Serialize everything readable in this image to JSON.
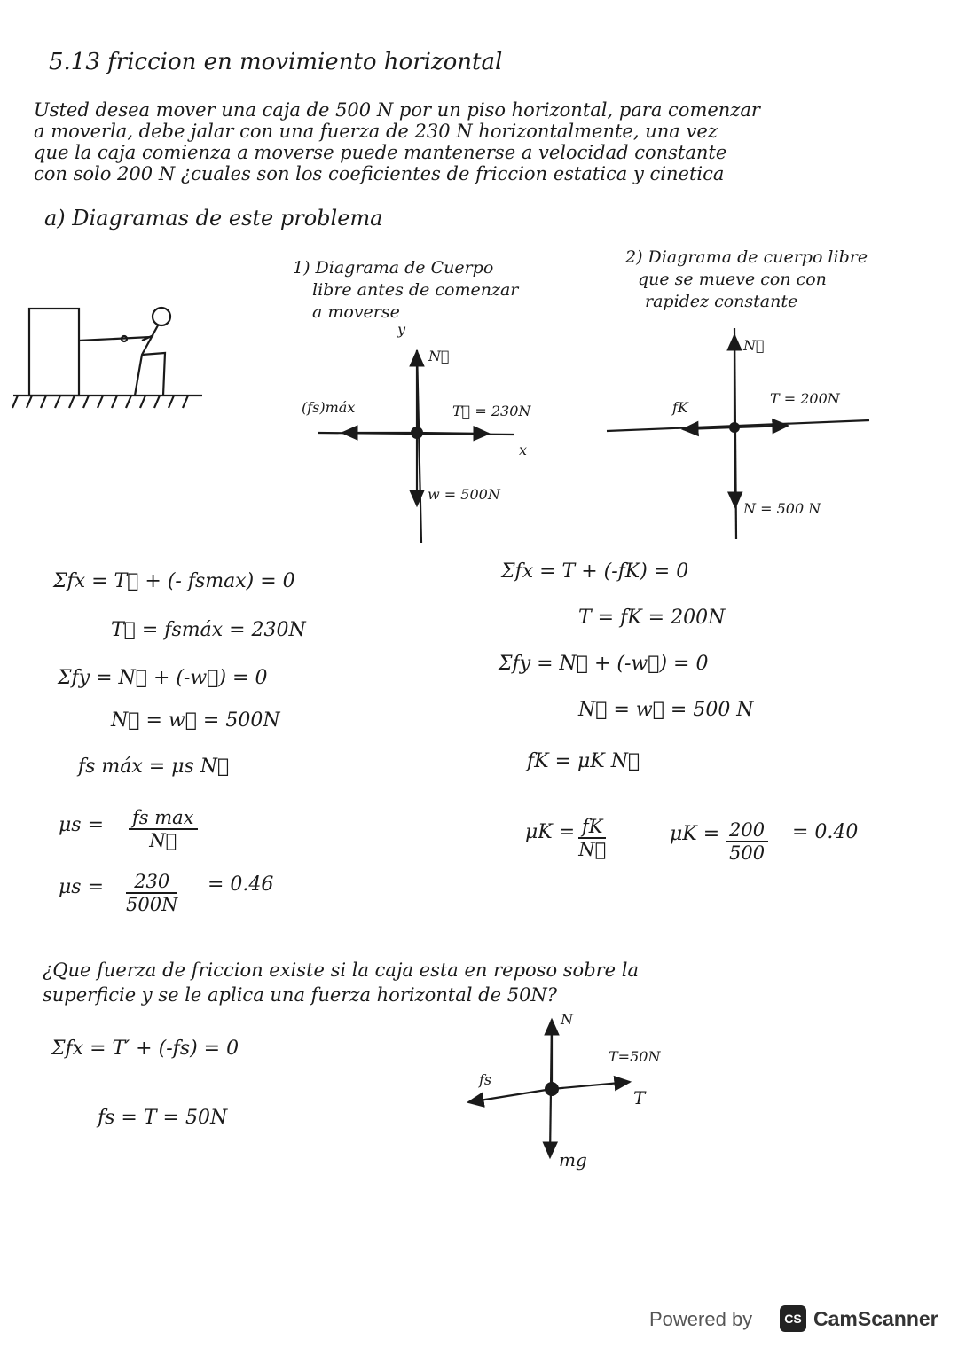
{
  "title": "5.13 friccion en movimiento horizontal",
  "problem_lines": [
    "Usted desea mover una caja de 500 N por un piso horizontal, para comenzar",
    "a moverla, debe jalar con una fuerza de 230 N horizontalmente, una vez",
    "que la caja comienza a moverse puede mantenerse a velocidad constante",
    "con solo 200 N ¿cuales son los coeficientes de friccion estatica y cinetica"
  ],
  "section_a": "a) Diagramas de este problema",
  "diagram1": {
    "caption": [
      "1) Diagrama de Cuerpo",
      "libre antes de comenzar",
      "a moverse"
    ],
    "y_label": "y",
    "x_label": "x",
    "normal": "N⃗",
    "tension": "T⃗ = 230N",
    "friction": "(fs)máx",
    "weight": "w = 500N"
  },
  "diagram2": {
    "caption": [
      "2) Diagrama de cuerpo libre",
      "que se mueve con con",
      "rapidez constante"
    ],
    "normal": "N⃗",
    "tension": "T = 200N",
    "friction": "fK",
    "weight": "N = 500 N"
  },
  "left_equations": {
    "sum_fx": "Σfx = T⃗ + (- fsmax) = 0",
    "t_eq": "T⃗ = fsmáx = 230N",
    "sum_fy": "Σfy = N⃗ + (-w⃗) = 0",
    "n_eq": "N⃗ = w⃗ = 500N",
    "fs_def": "fs máx = μs N⃗",
    "mu_s_label": "μs =",
    "mu_s_num": "fs max",
    "mu_s_den": "N⃗",
    "mu_s2_label": "μs =",
    "mu_s2_num": "230",
    "mu_s2_den": "500N",
    "mu_s_result": "= 0.46"
  },
  "right_equations": {
    "sum_fx": "Σfx = T + (-fK) = 0",
    "t_eq": "T = fK = 200N",
    "sum_fy": "Σfy = N⃗ + (-w⃗) = 0",
    "n_eq": "N⃗ = w⃗ = 500 N",
    "fk_def": "fK = μK N⃗",
    "mu_k_label": "μK =",
    "mu_k_num": "fK",
    "mu_k_den": "N⃗",
    "mu_k2_label": "μK =",
    "mu_k2_num": "200",
    "mu_k2_den": "500",
    "mu_k_result": "= 0.40"
  },
  "question_lines": [
    "¿Que fuerza de friccion existe si la caja esta en reposo sobre la",
    "superficie y se le aplica una fuerza horizontal de 50N?"
  ],
  "bottom": {
    "sum_fx": "Σfx = T′ + (-fs) = 0",
    "fs_eq": "fs = T = 50N",
    "normal": "N",
    "tension_label": "T=50N",
    "tension_arrow": "T",
    "friction": "fs",
    "weight": "mg"
  },
  "footer": {
    "powered": "Powered by",
    "logo": "CS",
    "brand": "CamScanner"
  }
}
